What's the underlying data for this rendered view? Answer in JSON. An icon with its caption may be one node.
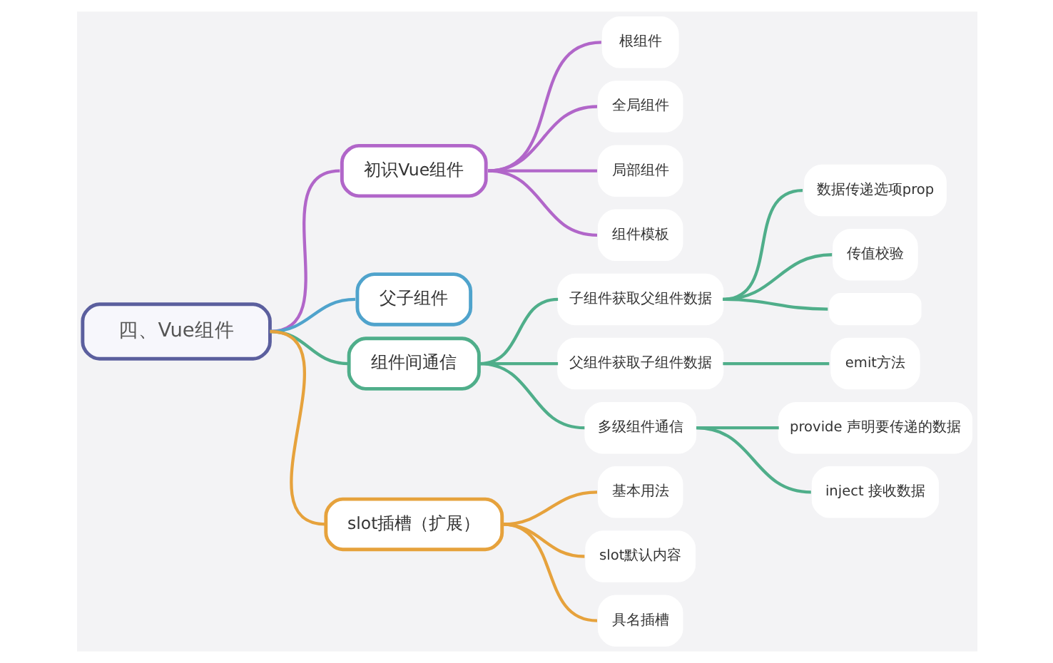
{
  "diagram": {
    "nodes": [
      {
        "text": [
          "四、Vue组件"
        ]
      },
      {
        "text": [
          "初识Vue组件"
        ]
      },
      {
        "text": [
          "根组件"
        ]
      },
      {
        "text": [
          "全局组件"
        ]
      },
      {
        "text": [
          "局部组件"
        ]
      },
      {
        "text": [
          "组件模板"
        ]
      },
      {
        "text": [
          "父子组件"
        ]
      },
      {
        "text": [
          "组件间通信"
        ]
      },
      {
        "text": [
          "子组件获取父组件数据"
        ]
      },
      {
        "text": [
          "数据传递选项prop"
        ]
      },
      {
        "text": [
          "传值校验"
        ]
      },
      {
        "text": [],
        "shape": "box"
      },
      {
        "text": [
          "父组件获取子组件数据"
        ]
      },
      {
        "text": [
          "emit方法"
        ]
      },
      {
        "text": [
          "多级组件通信"
        ]
      },
      {
        "text": [
          "provide 声明要传递的数据"
        ]
      },
      {
        "text": [
          "inject 接收数据"
        ]
      },
      {
        "text": [
          "slot插槽（扩展）"
        ]
      },
      {
        "text": [
          "基本用法"
        ]
      },
      {
        "text": [
          "slot默认内容"
        ]
      },
      {
        "text": [
          "具名插槽"
        ]
      }
    ],
    "edges": [
      {
        "from": 0,
        "to": 1,
        "arrow": "none",
        "color": "#b166c9"
      },
      {
        "from": 1,
        "to": 2,
        "arrow": "none",
        "color": "#b166c9"
      },
      {
        "from": 1,
        "to": 3,
        "arrow": "none",
        "color": "#b166c9"
      },
      {
        "from": 1,
        "to": 4,
        "arrow": "none",
        "color": "#b166c9"
      },
      {
        "from": 1,
        "to": 5,
        "arrow": "none",
        "color": "#b166c9"
      },
      {
        "from": 0,
        "to": 6,
        "arrow": "none",
        "color": "#4fa3cc"
      },
      {
        "from": 0,
        "to": 7,
        "arrow": "none"
      },
      {
        "from": 7,
        "to": 8,
        "arrow": "none"
      },
      {
        "from": 8,
        "to": 9,
        "arrow": "none"
      },
      {
        "from": 8,
        "to": 10,
        "arrow": "none"
      },
      {
        "from": 8,
        "to": 11,
        "arrow": "none"
      },
      {
        "from": 7,
        "to": 12,
        "arrow": "none"
      },
      {
        "from": 12,
        "to": 13,
        "arrow": "none"
      },
      {
        "from": 7,
        "to": 14,
        "arrow": "none"
      },
      {
        "from": 14,
        "to": 15,
        "arrow": "none"
      },
      {
        "from": 14,
        "to": 16,
        "arrow": "none"
      },
      {
        "from": 0,
        "to": 17,
        "arrow": "none",
        "color": "#e6a23c"
      },
      {
        "from": 17,
        "to": 18,
        "arrow": "none",
        "color": "#e6a23c"
      },
      {
        "from": 17,
        "to": 19,
        "arrow": "none",
        "color": "#e6a23c"
      },
      {
        "from": 17,
        "to": 20,
        "arrow": "none",
        "color": "#e6a23c"
      }
    ]
  }
}
